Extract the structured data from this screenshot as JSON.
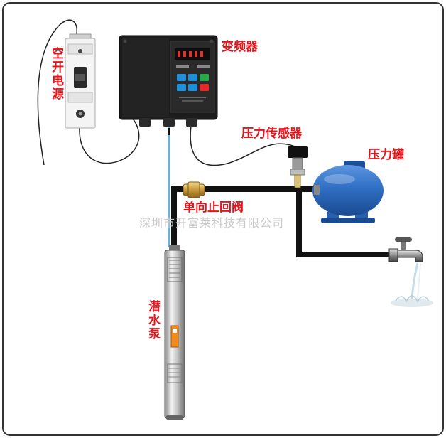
{
  "labels": {
    "power_switch": "空开电源",
    "inverter": "变频器",
    "pressure_sensor": "压力传感器",
    "pressure_tank": "压力罐",
    "check_valve": "单向止回阀",
    "submersible_pump": "潜水泵"
  },
  "watermark": "深圳市开富莱科技有限公司",
  "colors": {
    "label_red": "#e8141b",
    "pipe": "#111111",
    "tank_blue": "#2f6fc4",
    "key_blue": "#1e8fd8",
    "key_green": "#26a84a",
    "key_red": "#e02a2a",
    "water_line": "#5ab4e8"
  },
  "icons": [
    "breaker-icon",
    "control-box-icon",
    "sensor-icon",
    "tank-icon",
    "valve-icon",
    "pump-icon",
    "faucet-icon",
    "water-splash-icon"
  ]
}
